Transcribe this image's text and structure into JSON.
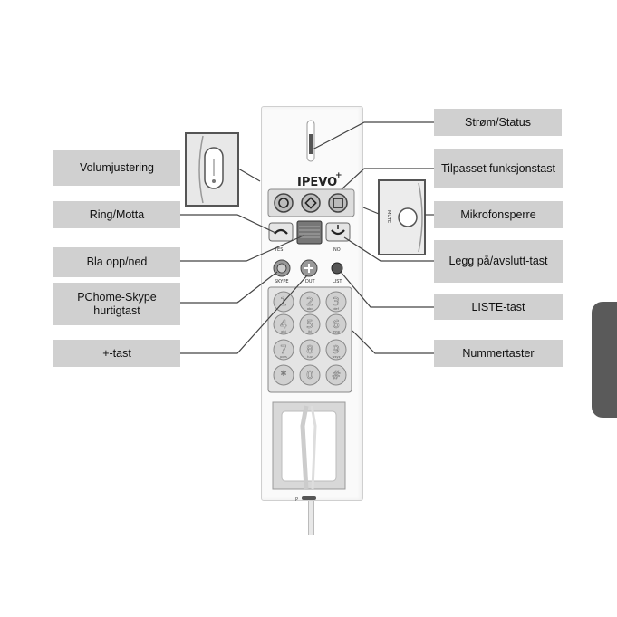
{
  "labels": {
    "strom_status": "Strøm/Status",
    "volumjustering": "Volumjustering",
    "tilpasset": "Tilpasset funksjonstast",
    "ring_motta": "Ring/Motta",
    "mikrofonsperre": "Mikrofonsperre",
    "bla": "Bla opp/ned",
    "legg_pa": "Legg på/avslutt-tast",
    "pchome": "PChome-Skype\nhurtigtast",
    "liste": "LISTE-tast",
    "plus": "+-tast",
    "nummertaster": "Nummertaster"
  },
  "device": {
    "brand": "IPEVO",
    "brand_mark": "+",
    "yes": "YES",
    "no": "NO",
    "skype": "SKYPE",
    "dut": "DUT",
    "list": "LIST",
    "mute": "MUTE",
    "keys": [
      "1",
      "2",
      "3",
      "4",
      "5",
      "6",
      "7",
      "8",
      "9",
      "*",
      "0",
      "#"
    ],
    "key_letters": [
      "",
      "abc",
      "def",
      "ghi",
      "jkl",
      "mno",
      "pqrs",
      "tuv",
      "wxyz",
      "",
      "",
      ""
    ],
    "bottom_mark": "P"
  },
  "colors": {
    "label_bg": "#d0d0d0",
    "side_tab": "#5a5a5a"
  }
}
